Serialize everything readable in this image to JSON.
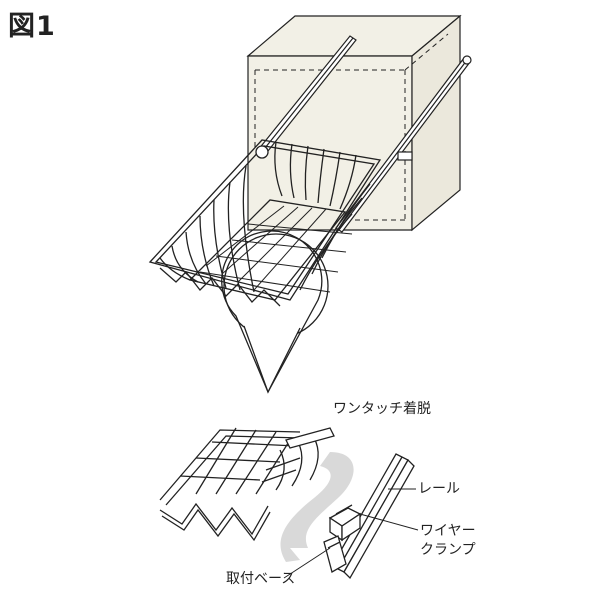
{
  "figure": {
    "title": "図1"
  },
  "labels": {
    "one_touch": "ワンタッチ着脱",
    "rail": "レール",
    "wire_clamp_line1": "ワイヤー",
    "wire_clamp_line2": "クランプ",
    "mount_base": "取付ベース"
  },
  "colors": {
    "line": "#222222",
    "cabinet_fill": "#f2f0e6",
    "arrow_fill": "#d9d9d9",
    "highlight_fill": "#ffffff"
  }
}
